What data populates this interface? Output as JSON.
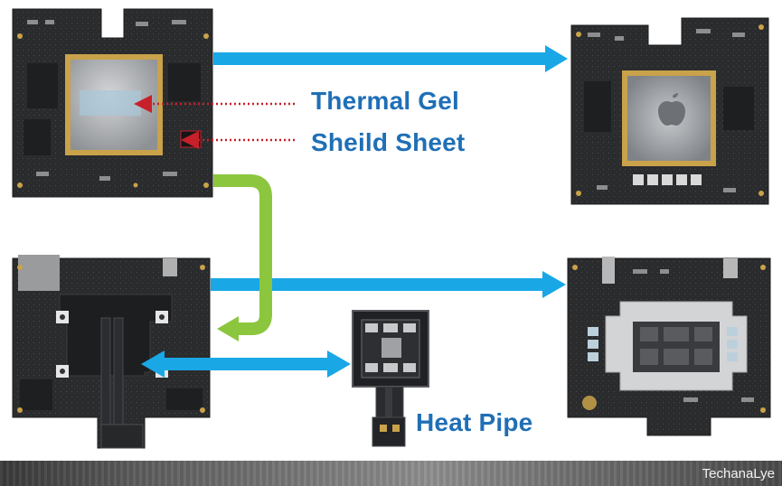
{
  "labels": {
    "thermal_gel": "Thermal Gel",
    "shield_sheet": "Sheild Sheet",
    "heat_pipe": "Heat Pipe"
  },
  "watermark": "TechanaLye",
  "colors": {
    "arrow_blue": "#1aa7e6",
    "arrow_green": "#8cc63f",
    "dotted_red": "#c8202a",
    "label_blue": "#1f6fb6",
    "board": "#2b2c2e",
    "chip_gold": "#c9a24a"
  },
  "icons": {
    "board_top_left": "logic-board-with-soc-lid",
    "board_top_right": "logic-board-with-apple-chip",
    "board_bottom_left": "logic-board-with-heat-pipe-bracket",
    "board_bottom_right": "logic-board-with-silver-frame",
    "heat_pipe_module": "heat-pipe-module"
  }
}
